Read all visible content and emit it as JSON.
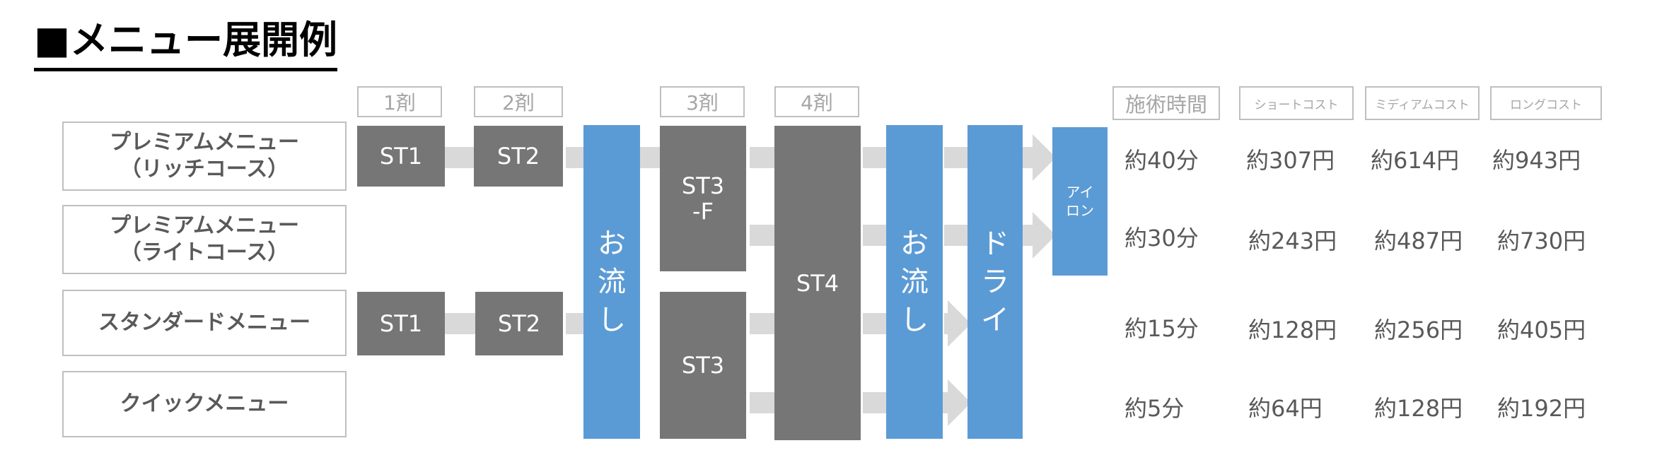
{
  "title": "■メニュー展開例",
  "headers": {
    "agent1": "1剤",
    "agent2": "2剤",
    "agent3": "3剤",
    "agent4": "4剤",
    "time": "施術時間",
    "short": "ショートコスト",
    "medium": "ミディアムコスト",
    "long": "ロングコスト"
  },
  "menus": [
    {
      "line1": "プレミアムメニュー",
      "line2": "（リッチコース）"
    },
    {
      "line1": "プレミアムメニュー",
      "line2": "（ライトコース）"
    },
    {
      "line1": "スタンダードメニュー",
      "line2": ""
    },
    {
      "line1": "クイックメニュー",
      "line2": ""
    }
  ],
  "steps": {
    "st1": "ST1",
    "st2": "ST2",
    "st3f_line1": "ST3",
    "st3f_line2": "-F",
    "st3": "ST3",
    "st4": "ST4",
    "rinse": [
      "お",
      "流",
      "し"
    ],
    "dry": [
      "ド",
      "ラ",
      "イ"
    ],
    "iron": [
      "アイ",
      "ロン"
    ]
  },
  "rows": [
    {
      "time": "約40分",
      "short": "約307円",
      "medium": "約614円",
      "long": "約943円"
    },
    {
      "time": "約30分",
      "short": "約243円",
      "medium": "約487円",
      "long": "約730円"
    },
    {
      "time": "約15分",
      "short": "約128円",
      "medium": "約256円",
      "long": "約405円"
    },
    {
      "time": "約5分",
      "short": "約64円",
      "medium": "約128円",
      "long": "約192円"
    }
  ],
  "colors": {
    "step_gray": "#767676",
    "step_blue": "#5b9bd5",
    "arrow": "#d9d9d9",
    "border": "#bfbfbf"
  }
}
